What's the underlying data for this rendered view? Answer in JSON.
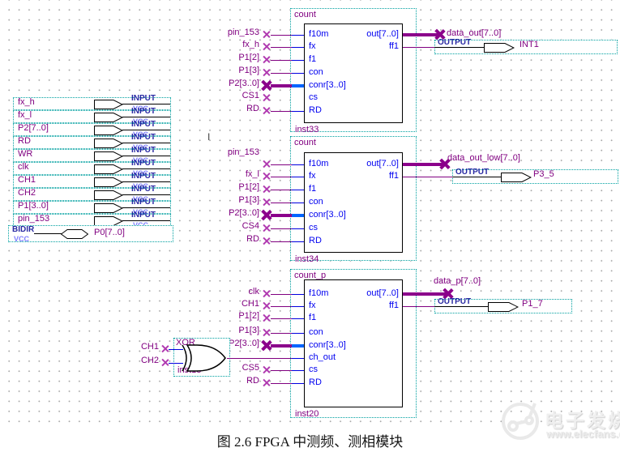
{
  "colors": {
    "net_label_purple": "#800080",
    "pin_text_blue": "#0000f0",
    "bus_wire_purple": "#8b008b",
    "bus_stub_blue": "#0066ff",
    "selection_teal": "#00a0a0",
    "pin_type_navy": "#2929a3",
    "vcc_blue": "#7d7dff"
  },
  "schematic": {
    "input_pin_type": "INPUT",
    "input_default": "VCC",
    "input_pins": [
      "fx_h",
      "fx_l",
      "P2[7..0]",
      "RD",
      "WR",
      "clk",
      "CH1",
      "CH2",
      "P1[3..0]",
      "pin_153"
    ],
    "bidir_pin": {
      "type": "BIDIR",
      "default": "VCC",
      "name": "P0[7..0]"
    },
    "stray_label": "I",
    "blocks": [
      {
        "title": "count",
        "instance": "inst33",
        "left_labels": [
          "pin_153",
          "fx_h",
          "P1[2]",
          "P1[3]",
          "P2[3..0]",
          "CS1",
          "RD"
        ],
        "pins": [
          "f10m",
          "fx",
          "f1",
          "con",
          "conr[3..0]",
          "cs",
          "RD"
        ],
        "out_pins": [
          "out[7..0]",
          "ff1"
        ],
        "bus_net": "data_out[7..0]",
        "out_type": "OUTPUT",
        "out_target": "INT1"
      },
      {
        "title": "count",
        "instance": "inst34",
        "left_labels": [
          "pin_153",
          "fx_l",
          "P1[2]",
          "P1[3]",
          "P2[3..0]",
          "CS4",
          "RD"
        ],
        "pins": [
          "f10m",
          "fx",
          "f1",
          "con",
          "conr[3..0]",
          "cs",
          "RD"
        ],
        "out_pins": [
          "out[7..0]",
          "ff1"
        ],
        "bus_net": "data_out_low[7..0]",
        "out_type": "OUTPUT",
        "out_target": "P3_5"
      },
      {
        "title": "count_p",
        "instance": "inst20",
        "left_labels": [
          "clk",
          "CH1",
          "P1[2]",
          "P1[3]",
          "P2[3..0]",
          "",
          "CS5",
          "RD"
        ],
        "pins": [
          "f10m",
          "fx",
          "f1",
          "con",
          "conr[3..0]",
          "ch_out",
          "cs",
          "RD"
        ],
        "out_pins": [
          "out[7..0]",
          "ff1"
        ],
        "bus_net": "data_p[7..0]",
        "out_type": "OUTPUT",
        "out_target": "P1_7"
      }
    ],
    "xor_gate": {
      "label": "XOR",
      "instance": "inst13",
      "inputs": [
        "CH1",
        "CH2"
      ]
    }
  },
  "caption": "图 2.6   FPGA 中测频、测相模块",
  "watermark": {
    "brand": "电子发烧友",
    "url": "www.elecfans.com"
  }
}
